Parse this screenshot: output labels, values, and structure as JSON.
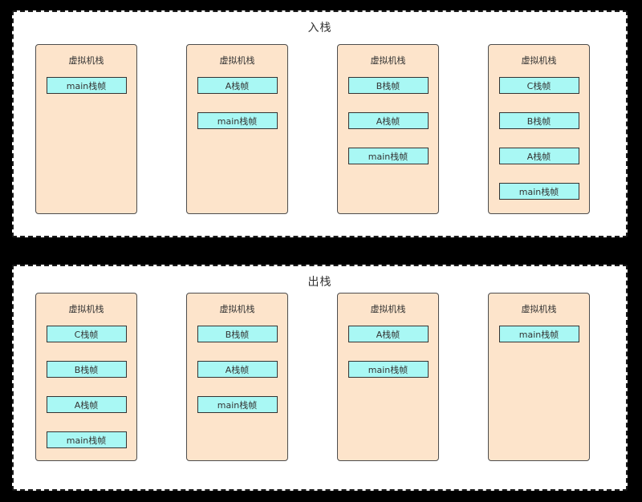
{
  "colors": {
    "canvas_bg": "#000000",
    "section_bg": "#ffffff",
    "section_border": "#1a1a1a",
    "container_fill": "#fde4cb",
    "container_border": "#4d4d4d",
    "frame_fill": "#a9f8f4",
    "frame_border": "#333333",
    "text": "#333333"
  },
  "sections": [
    {
      "title": "入栈",
      "containers": [
        {
          "title": "虚拟机栈",
          "frames": [
            "main栈帧"
          ]
        },
        {
          "title": "虚拟机栈",
          "frames": [
            "A栈帧",
            "main栈帧"
          ]
        },
        {
          "title": "虚拟机栈",
          "frames": [
            "B栈帧",
            "A栈帧",
            "main栈帧"
          ]
        },
        {
          "title": "虚拟机栈",
          "frames": [
            "C栈帧",
            "B栈帧",
            "A栈帧",
            "main栈帧"
          ]
        }
      ]
    },
    {
      "title": "出栈",
      "containers": [
        {
          "title": "虚拟机栈",
          "frames": [
            "C栈帧",
            "B栈帧",
            "A栈帧",
            "main栈帧"
          ]
        },
        {
          "title": "虚拟机栈",
          "frames": [
            "B栈帧",
            "A栈帧",
            "main栈帧"
          ]
        },
        {
          "title": "虚拟机栈",
          "frames": [
            "A栈帧",
            "main栈帧"
          ]
        },
        {
          "title": "虚拟机栈",
          "frames": [
            "main栈帧"
          ]
        }
      ]
    }
  ]
}
